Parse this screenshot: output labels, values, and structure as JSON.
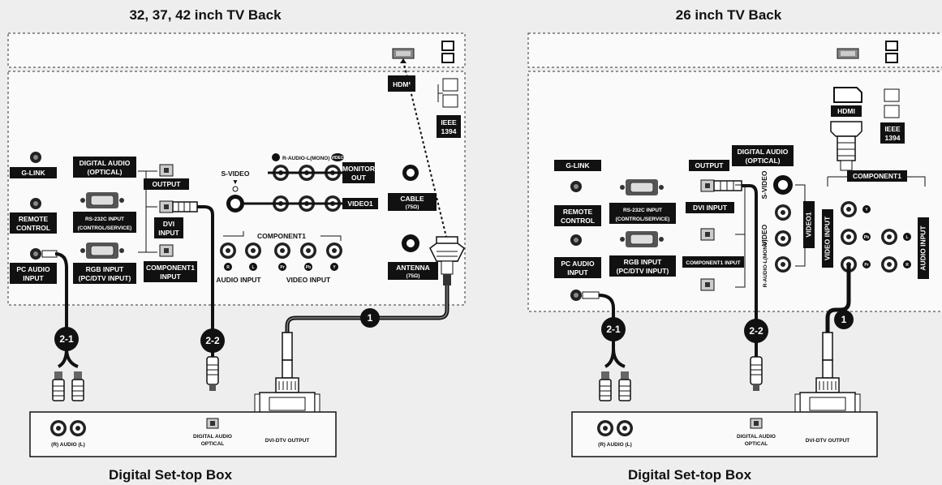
{
  "left": {
    "title": "32, 37, 42 inch TV Back",
    "box_title": "Digital Set-top Box",
    "labels": {
      "hdmi": "HDMI",
      "ieee1": "IEEE",
      "ieee2": "1394",
      "glink": "G-LINK",
      "remote1": "REMOTE",
      "remote2": "CONTROL",
      "pcaudio1": "PC AUDIO",
      "pcaudio2": "INPUT",
      "digaudio1": "DIGITAL AUDIO",
      "digaudio2": "(OPTICAL)",
      "output": "OUTPUT",
      "rs232_1": "RS-232C INPUT",
      "rs232_2": "(CONTROL/SERVICE)",
      "dvi1": "DVI",
      "dvi2": "INPUT",
      "rgb1": "RGB INPUT",
      "rgb2": "(PC/DTV INPUT)",
      "comp_in1": "COMPONENT1",
      "comp_in2": "INPUT",
      "svideo": "S-VIDEO",
      "audio_top": "R-AUDIO-L(MONO)",
      "video_tag": "VIDEO",
      "monitor1": "MONITOR",
      "monitor2": "OUT",
      "video1": "VIDEO1",
      "cable1": "CABLE",
      "cable2": "(75Ω)",
      "component1": "COMPONENT1",
      "jack_r": "R",
      "jack_l": "L",
      "jack_pr": "Pr",
      "jack_pb": "Pb",
      "jack_y": "Y",
      "audio_input": "AUDIO INPUT",
      "video_input": "VIDEO INPUT",
      "antenna1": "ANTENNA",
      "antenna2": "(75Ω)",
      "stb_audio": "(R) AUDIO (L)",
      "stb_dig1": "DIGITAL AUDIO",
      "stb_dig2": "OPTICAL",
      "stb_dvi": "DVI-DTV OUTPUT"
    },
    "badges": [
      "1",
      "2-1",
      "2-2"
    ]
  },
  "right": {
    "title": "26 inch TV Back",
    "box_title": "Digital Set-top Box",
    "labels": {
      "hdmi": "HDMI",
      "ieee1": "IEEE",
      "ieee2": "1394",
      "digaudio1": "DIGITAL AUDIO",
      "digaudio2": "(OPTICAL)",
      "glink": "G-LINK",
      "output": "OUTPUT",
      "component1": "COMPONENT1",
      "remote1": "REMOTE",
      "remote2": "CONTROL",
      "rs232_1": "RS-232C INPUT",
      "rs232_2": "(CONTROL/SERVICE)",
      "dvi": "DVI INPUT",
      "rgb1": "RGB INPUT",
      "rgb2": "(PC/DTV INPUT)",
      "comp_in": "COMPONENT1 INPUT",
      "pcaudio1": "PC AUDIO",
      "pcaudio2": "INPUT",
      "svideo": "S-VIDEO",
      "video_tag": "VIDEO",
      "audio_v": "R-AUDIO-L(MONO)",
      "video1": "VIDEO1",
      "video_input": "VIDEO INPUT",
      "audio_input": "AUDIO INPUT",
      "jack_y": "Y",
      "jack_pb": "Pb",
      "jack_pr": "Pr",
      "jack_l": "L",
      "jack_r": "R",
      "stb_audio": "(R) AUDIO (L)",
      "stb_dig1": "DIGITAL AUDIO",
      "stb_dig2": "OPTICAL",
      "stb_dvi": "DVI-DTV OUTPUT"
    },
    "badges": [
      "1",
      "2-1",
      "2-2"
    ]
  }
}
